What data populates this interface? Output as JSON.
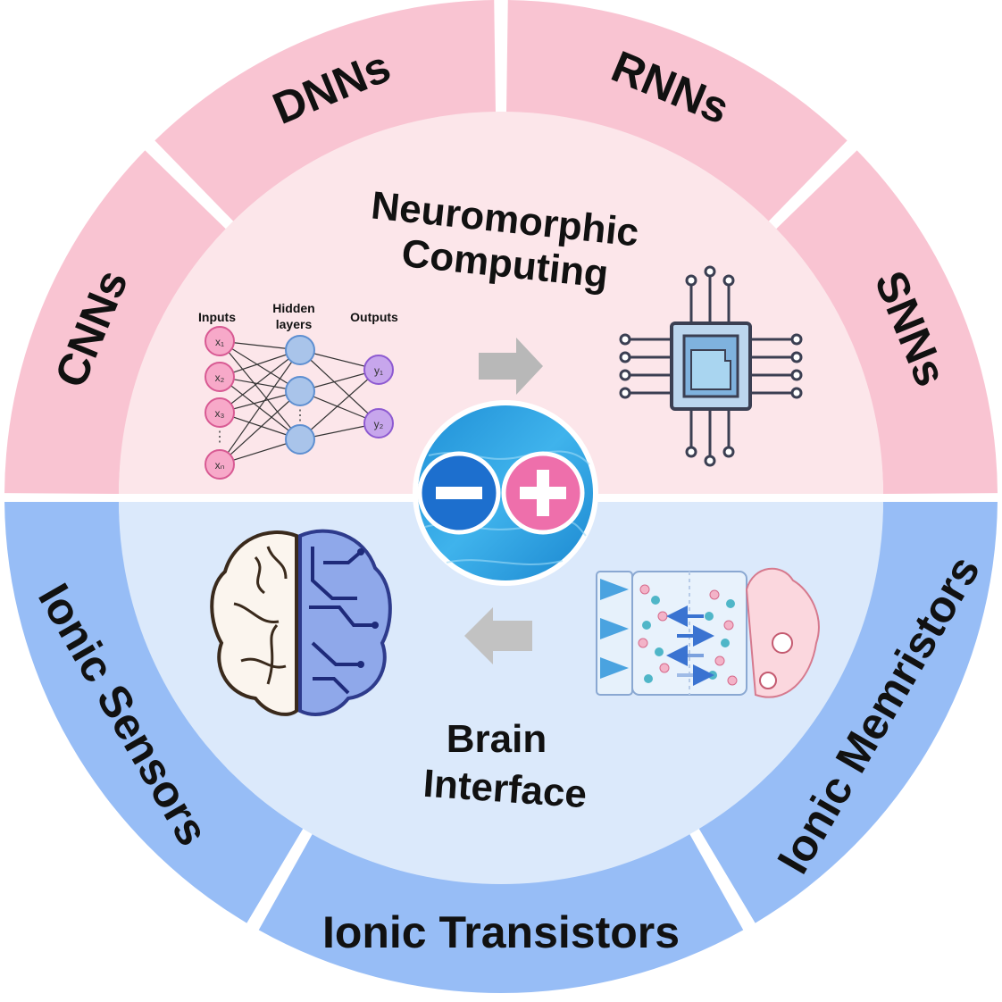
{
  "top_segments": [
    "CNNs",
    "DNNs",
    "RNNs",
    "SNNs"
  ],
  "bottom_segments": [
    "Ionic Sensors",
    "Ionic Transistors",
    "Ionic Memristors"
  ],
  "top_title": [
    "Neuromorphic",
    "Computing"
  ],
  "bottom_title": [
    "Brain",
    "Interface"
  ],
  "network": {
    "inputs_label": "Inputs",
    "hidden_label_1": "Hidden",
    "hidden_label_2": "layers",
    "outputs_label": "Outputs",
    "input_nodes": [
      "x₁",
      "x₂",
      "x₃",
      "xₙ"
    ],
    "output_nodes": [
      "y₁",
      "y₂"
    ]
  },
  "colors": {
    "top_ring": "#f9c4d2",
    "top_inner": "#fce6ea",
    "bottom_ring": "#97bdf6",
    "bottom_inner": "#dbe9fb",
    "minus": "#1d6fce",
    "plus": "#ee6fab",
    "water": "#2aa0de"
  }
}
